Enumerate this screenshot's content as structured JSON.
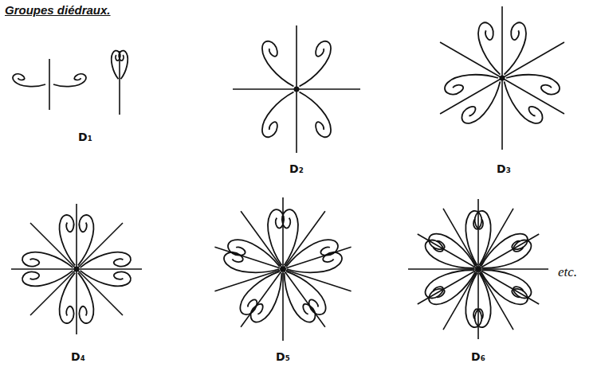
{
  "diagram": {
    "title": "Groupes diédraux.",
    "labels": [
      "D₁",
      "D₂",
      "D₃",
      "D₄",
      "D₅",
      "D₆",
      "etc."
    ]
  }
}
